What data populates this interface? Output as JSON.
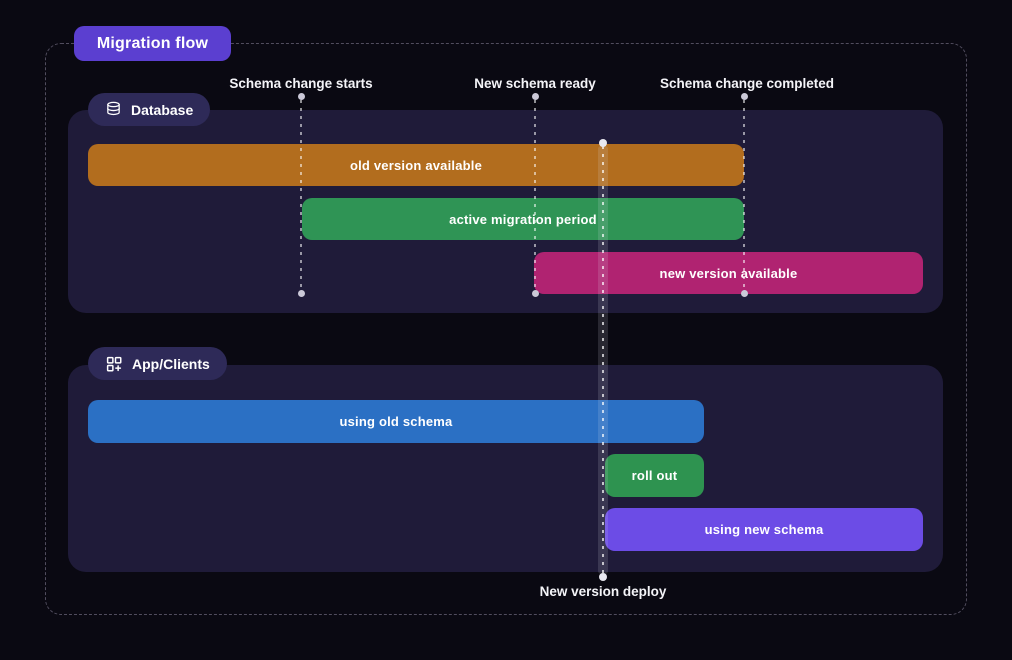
{
  "page": {
    "background": "#0a0912"
  },
  "title_badge": {
    "label": "Migration flow",
    "bg": "#5b3fd0"
  },
  "milestones": [
    {
      "label": "Schema change starts"
    },
    {
      "label": "New schema ready"
    },
    {
      "label": "Schema change completed"
    }
  ],
  "deploy_marker": {
    "label": "New version deploy"
  },
  "sections": [
    {
      "label": "Database",
      "icon": "database-icon",
      "badge_bg": "#2e2a58",
      "panel_bg": "#1f1b39",
      "bars": [
        {
          "label": "old version available",
          "color": "#b26d1e"
        },
        {
          "label": "active migration period",
          "color": "#2f9455"
        },
        {
          "label": "new version available",
          "color": "#b02371"
        }
      ]
    },
    {
      "label": "App/Clients",
      "icon": "apps-add-icon",
      "badge_bg": "#2e2a58",
      "panel_bg": "#1f1b39",
      "bars": [
        {
          "label": "using old schema",
          "color": "#2b70c4"
        },
        {
          "label": "roll out",
          "color": "#2e9350"
        },
        {
          "label": "using new schema",
          "color": "#6c4ce6"
        }
      ]
    }
  ]
}
